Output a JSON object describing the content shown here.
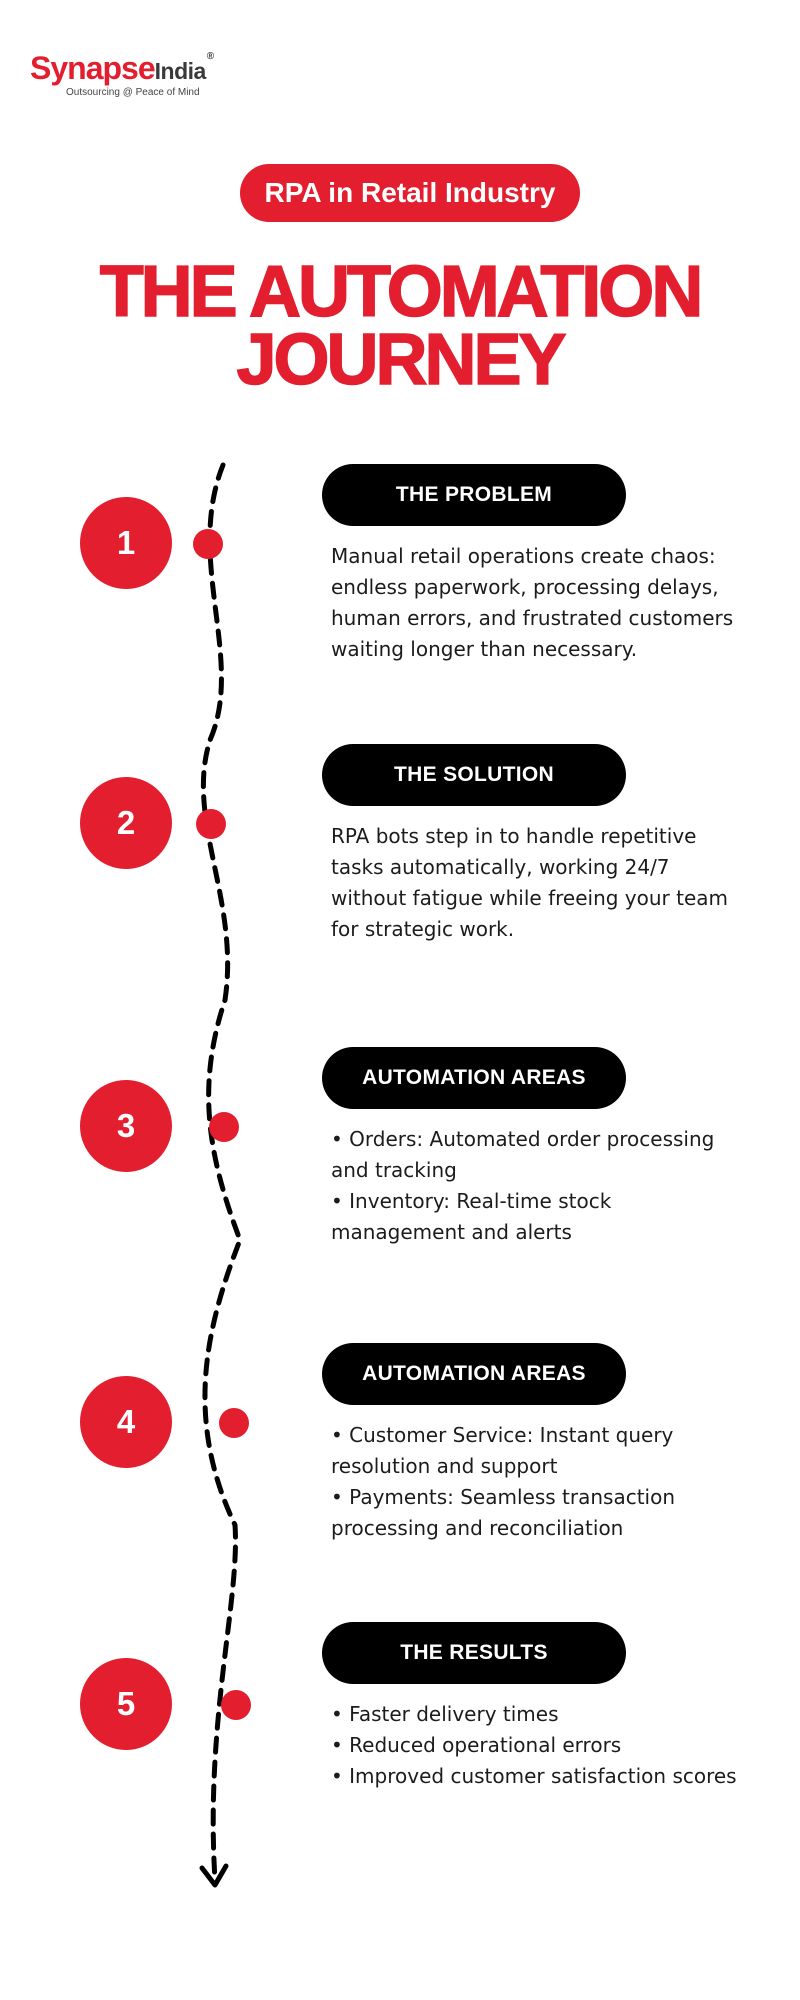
{
  "brand": {
    "name_red": "Synapse",
    "name_dark": "India",
    "registered": "®",
    "tagline": "Outsourcing @ Peace of Mind"
  },
  "badge": "RPA in Retail Industry",
  "title": {
    "line1": "THE AUTOMATION",
    "line2": "JOURNEY"
  },
  "colors": {
    "accent": "#e31e2f",
    "pill": "#000000",
    "text": "#1c1c1c"
  },
  "steps": [
    {
      "number": "1",
      "heading": "THE PROBLEM",
      "text": "Manual retail operations create chaos: endless paperwork, processing delays, human errors, and frustrated customers waiting longer than necessary."
    },
    {
      "number": "2",
      "heading": "THE SOLUTION",
      "text": "RPA bots step in to handle repetitive tasks automatically, working 24/7 without fatigue while freeing your team for strategic work."
    },
    {
      "number": "3",
      "heading": "AUTOMATION AREAS",
      "bullets": [
        "Orders: Automated order processing and tracking",
        "Inventory: Real-time stock management and alerts"
      ]
    },
    {
      "number": "4",
      "heading": "AUTOMATION AREAS",
      "bullets": [
        "Customer Service: Instant query resolution and support",
        "Payments: Seamless transaction processing and reconciliation"
      ]
    },
    {
      "number": "5",
      "heading": "THE RESULTS",
      "bullets": [
        "Faster delivery times",
        "Reduced operational errors",
        "Improved customer satisfaction scores"
      ]
    }
  ]
}
